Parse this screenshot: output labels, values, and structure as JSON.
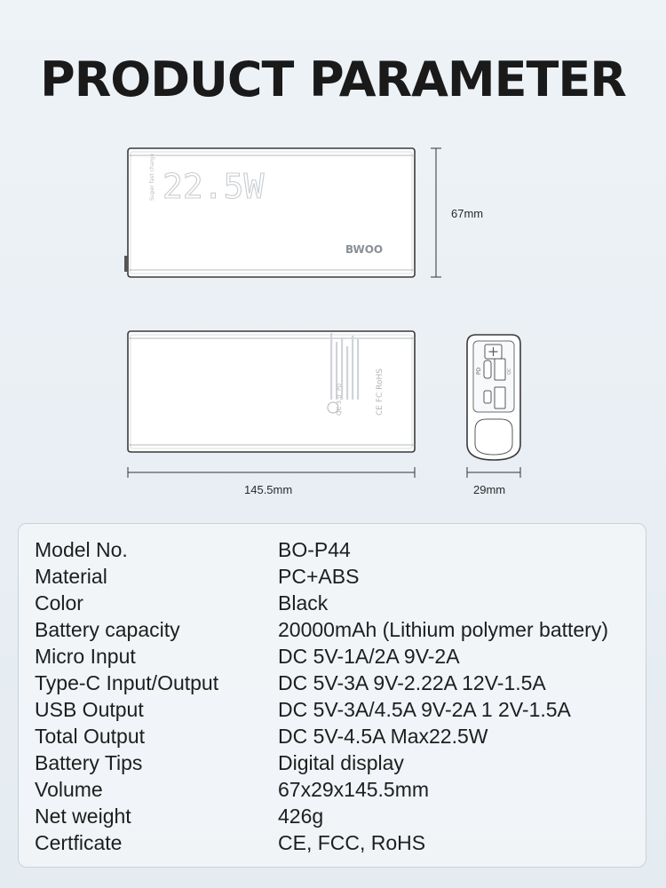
{
  "title": "PRODUCT PARAMETER",
  "figure": {
    "front_display_text": "22.5W",
    "front_small_text": "Super fast charge",
    "brand_logo": "BWOO",
    "height_label": "67mm",
    "length_label": "145.5mm",
    "thickness_label": "29mm",
    "back_label_qc": "QC 3.0",
    "back_label_pd": "PD",
    "back_cert_text": "CE FC RoHS",
    "side_port_pd": "PD",
    "side_port_qc": "QC"
  },
  "specs": [
    {
      "label": "Model No.",
      "value": "BO-P44"
    },
    {
      "label": "Material",
      "value": "PC+ABS"
    },
    {
      "label": "Color",
      "value": "Black"
    },
    {
      "label": "Battery capacity",
      "value": "20000mAh (Lithium polymer battery)"
    },
    {
      "label": "Micro Input",
      "value": "DC 5V-1A/2A 9V-2A"
    },
    {
      "label": "Type-C Input/Output",
      "value": "DC 5V-3A 9V-2.22A 12V-1.5A"
    },
    {
      "label": "USB Output",
      "value": "DC 5V-3A/4.5A 9V-2A 1 2V-1.5A"
    },
    {
      "label": "Total Output",
      "value": "DC 5V-4.5A Max22.5W"
    },
    {
      "label": "Battery Tips",
      "value": "Digital display"
    },
    {
      "label": "Volume",
      "value": "67x29x145.5mm"
    },
    {
      "label": "Net weight",
      "value": "426g"
    },
    {
      "label": "Certficate",
      "value": "CE, FCC, RoHS"
    }
  ]
}
